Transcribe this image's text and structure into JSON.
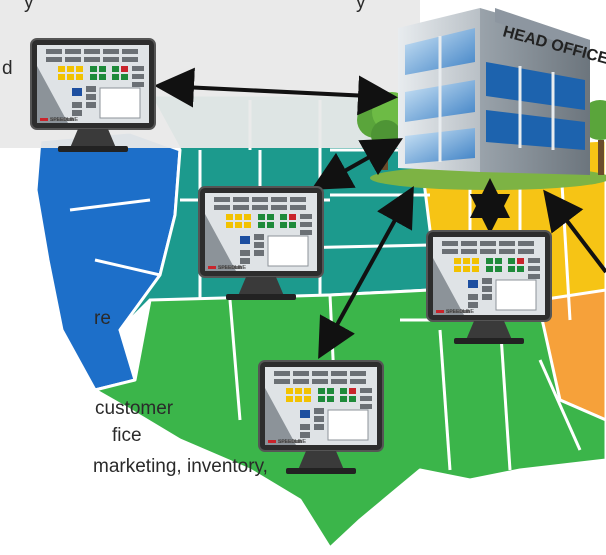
{
  "head_office": {
    "sign_text": "HEAD OFFICE"
  },
  "terminal": {
    "brand_text": "SPEEDLINE"
  },
  "overlay_text": {
    "top_line_fragment": "y",
    "top_line_fragment_right": "y",
    "line_d": "d",
    "line_re": "re",
    "line_customer": "customer",
    "line_fice": "fice",
    "line_marketing": "marketing, inventory,"
  },
  "colors": {
    "pacific_blue": "#1d6fc9",
    "mountain_teal": "#1c9a8d",
    "south_green": "#3bb54a",
    "midwest_yellow": "#f6c415",
    "southeast_orange": "#f6a13a",
    "overlay_gray": "#e9e9e9",
    "arrow": "#111111"
  }
}
